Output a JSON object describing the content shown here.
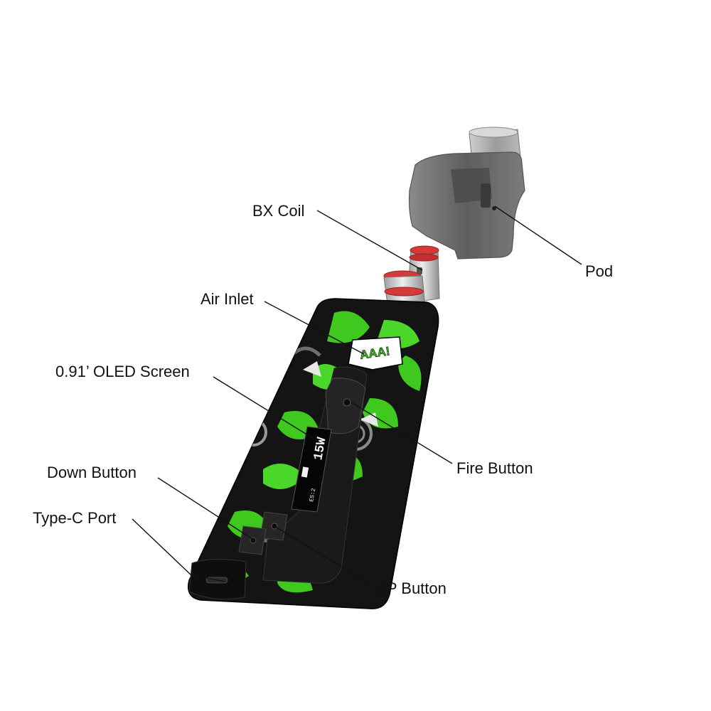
{
  "callouts": {
    "bx_coil": "BX Coil",
    "pod": "Pod",
    "air_inlet": "Air Inlet",
    "oled_screen": "0.91’ OLED Screen",
    "fire_button": "Fire Button",
    "down_button": "Down Button",
    "type_c_port": "Type-C Port",
    "up_button": "UP Button"
  },
  "device": {
    "sticker_text": "AAA!",
    "screen_value": "15W",
    "screen_small_text": "ES:2"
  },
  "colors": {
    "body_black": "#141414",
    "body_green": "#3fc81e",
    "body_gray": "#6e6e6e",
    "pod_tint": "#7a7a7a",
    "coil_ring": "#d43a3a",
    "coil_metal": "#bdbdbd"
  }
}
